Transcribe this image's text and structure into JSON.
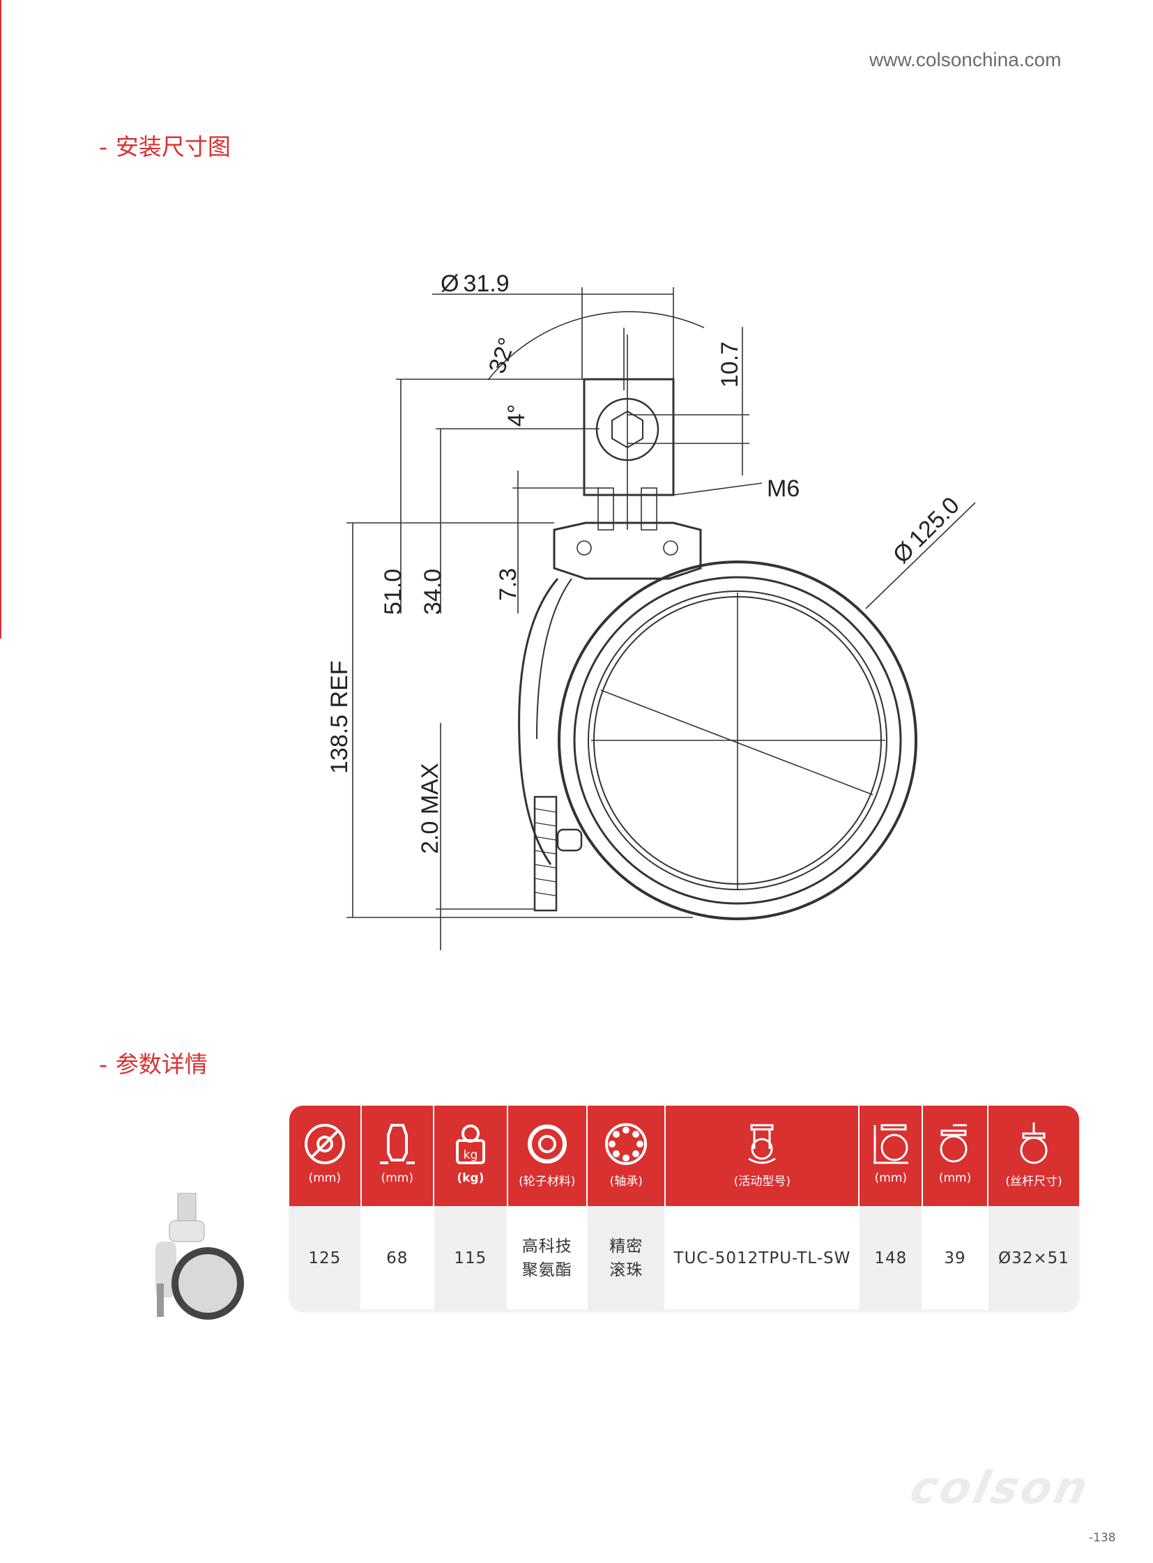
{
  "header": {
    "website": "www.colsonchina.com"
  },
  "sections": {
    "install_title": "安装尺寸图",
    "params_title": "参数详情",
    "dash": "-"
  },
  "drawing": {
    "dims": {
      "stem_diameter": "31.9",
      "angle_top": "32°",
      "angle_small": "4°",
      "height_top": "10.7",
      "thread": "M6",
      "wheel_diameter": "125.0",
      "h51": "51.0",
      "h34": "34.0",
      "h73": "7.3",
      "overall": "138.5 REF",
      "brake": "2.0 MAX"
    },
    "diameter_symbol": "Ø"
  },
  "table": {
    "headers": [
      {
        "icon": "wheel-diameter-icon",
        "unit": "(mm)"
      },
      {
        "icon": "wheel-width-icon",
        "unit": "(mm)"
      },
      {
        "icon": "load-weight-icon",
        "unit": "(kg)"
      },
      {
        "icon": "wheel-material-icon",
        "unit": "(轮子材料)"
      },
      {
        "icon": "bearing-icon",
        "unit": "(轴承)"
      },
      {
        "icon": "swivel-caster-icon",
        "unit": "(活动型号)"
      },
      {
        "icon": "overall-height-icon",
        "unit": "(mm)"
      },
      {
        "icon": "offset-icon",
        "unit": "(mm)"
      },
      {
        "icon": "threaded-stem-icon",
        "unit": "(丝杆尺寸)"
      }
    ],
    "row": [
      {
        "lines": [
          "125"
        ]
      },
      {
        "lines": [
          "68"
        ]
      },
      {
        "lines": [
          "115"
        ]
      },
      {
        "lines": [
          "高科技",
          "聚氨酯"
        ]
      },
      {
        "lines": [
          "精密",
          "滚珠"
        ]
      },
      {
        "lines": [
          "TUC-5012TPU-TL-SW"
        ]
      },
      {
        "lines": [
          "148"
        ]
      },
      {
        "lines": [
          "39"
        ]
      },
      {
        "lines": [
          "Ø32×51"
        ]
      }
    ]
  },
  "footer": {
    "brand": "colson",
    "page_number": "-138"
  },
  "colors": {
    "accent": "#d93030",
    "cell_gray": "#f0f0f0"
  }
}
